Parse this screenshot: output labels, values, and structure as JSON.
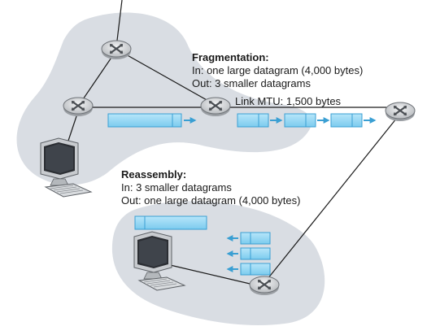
{
  "fragmentation": {
    "title": "Fragmentation:",
    "in": "In: one large datagram (4,000 bytes)",
    "out": "Out: 3 smaller datagrams"
  },
  "link_mtu": "Link MTU: 1,500 bytes",
  "reassembly": {
    "title": "Reassembly:",
    "in": "In: 3 smaller datagrams",
    "out": "Out: one large datagram (4,000 bytes)"
  },
  "colors": {
    "cloud": "#d9dde3",
    "datagram": "#8fd3f2",
    "datagram_border": "#3a9fd3",
    "arrow": "#3a9fd3",
    "router": "#d6d8db"
  },
  "icons": [
    "router-icon",
    "computer-icon",
    "arrow-icon"
  ]
}
